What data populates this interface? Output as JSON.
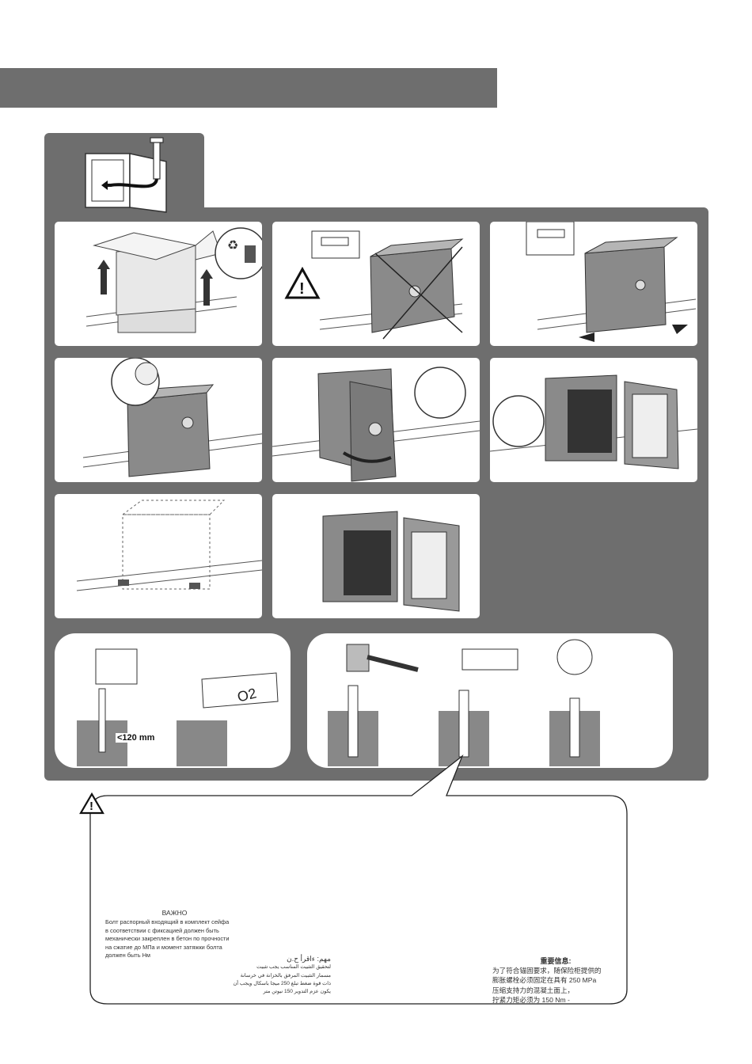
{
  "icons": {
    "warning": "warning-triangle-icon",
    "recycle": "recycle-icon",
    "trash": "recycle-bin-icon"
  },
  "labels": {
    "drill_depth": "<120 mm",
    "gas_can": "O2"
  },
  "notices": {
    "ru": {
      "title": "ВАЖНО",
      "lines": [
        "Болт распорный  входящий в комплект сейфа",
        "в соответствии с фиксацией должен быть",
        "механически закреплен в бетон по прочности",
        "на сжатие до          МПа  и момент затяжки болта",
        "должен быть          Нм"
      ]
    },
    "ar": {
      "title": "مهم: ءاقرأ ح.ن",
      "lines": [
        "لتحقيق التثبيت المناسب يجب تثبيت",
        "مسمار التثبيت المرفق بالخزانة في خرسانة",
        "ذات قوة ضغط تبلغ 250 ميجا باسكال ويجب أن",
        "يكون عزم التدوير 150 نيوتن متر"
      ]
    },
    "zh": {
      "title": "重要信息:",
      "lines": [
        "为了符合锚固要求，随保险柜提供的",
        "膨胀螺栓必须固定在具有  250 MPa",
        "压缩支持力的混凝土面上，",
        "拧紧力矩必须为 150 Nm -"
      ]
    }
  }
}
